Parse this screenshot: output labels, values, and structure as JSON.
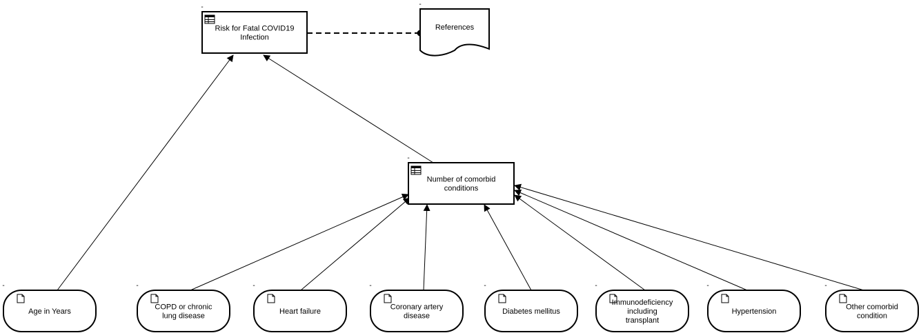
{
  "diagram": {
    "nodes": [
      {
        "id": "risk",
        "kind": "table-node",
        "name": "node-risk-fatal-covid19",
        "lines": [
          "Risk for Fatal COVID19",
          "Infection"
        ],
        "marker": "-"
      },
      {
        "id": "references",
        "kind": "document-node",
        "name": "node-references",
        "lines": [
          "References"
        ],
        "marker": "-"
      },
      {
        "id": "comorbid",
        "kind": "table-node",
        "name": "node-number-of-comorbid-conditions",
        "lines": [
          "Number of comorbid",
          "conditions"
        ],
        "marker": "-"
      },
      {
        "id": "age",
        "kind": "input-node",
        "name": "node-age-in-years",
        "lines": [
          "Age in Years"
        ],
        "marker": "-"
      },
      {
        "id": "copd",
        "kind": "input-node",
        "name": "node-copd",
        "lines": [
          "COPD or chronic",
          "lung disease"
        ],
        "marker": "-"
      },
      {
        "id": "heart",
        "kind": "input-node",
        "name": "node-heart-failure",
        "lines": [
          "Heart failure"
        ],
        "marker": "-"
      },
      {
        "id": "cad",
        "kind": "input-node",
        "name": "node-coronary-artery-disease",
        "lines": [
          "Coronary artery",
          "disease"
        ],
        "marker": "-"
      },
      {
        "id": "diabetes",
        "kind": "input-node",
        "name": "node-diabetes-mellitus",
        "lines": [
          "Diabetes mellitus"
        ],
        "marker": "-"
      },
      {
        "id": "immuno",
        "kind": "input-node",
        "name": "node-immunodeficiency",
        "lines": [
          "Immunodeficiency",
          "including",
          "transplant"
        ],
        "marker": "-"
      },
      {
        "id": "hypertension",
        "kind": "input-node",
        "name": "node-hypertension",
        "lines": [
          "Hypertension"
        ],
        "marker": "-"
      },
      {
        "id": "other",
        "kind": "input-node",
        "name": "node-other-comorbid-condition",
        "lines": [
          "Other comorbid",
          "condition"
        ],
        "marker": "-"
      }
    ],
    "edges": [
      {
        "from": "age",
        "to": "risk",
        "style": "arrow"
      },
      {
        "from": "comorbid",
        "to": "risk",
        "style": "arrow"
      },
      {
        "from": "risk",
        "to": "references",
        "style": "dashed-dot"
      },
      {
        "from": "copd",
        "to": "comorbid",
        "style": "arrow"
      },
      {
        "from": "heart",
        "to": "comorbid",
        "style": "arrow"
      },
      {
        "from": "cad",
        "to": "comorbid",
        "style": "arrow"
      },
      {
        "from": "diabetes",
        "to": "comorbid",
        "style": "arrow"
      },
      {
        "from": "immuno",
        "to": "comorbid",
        "style": "arrow"
      },
      {
        "from": "hypertension",
        "to": "comorbid",
        "style": "arrow"
      },
      {
        "from": "other",
        "to": "comorbid",
        "style": "arrow"
      }
    ]
  }
}
